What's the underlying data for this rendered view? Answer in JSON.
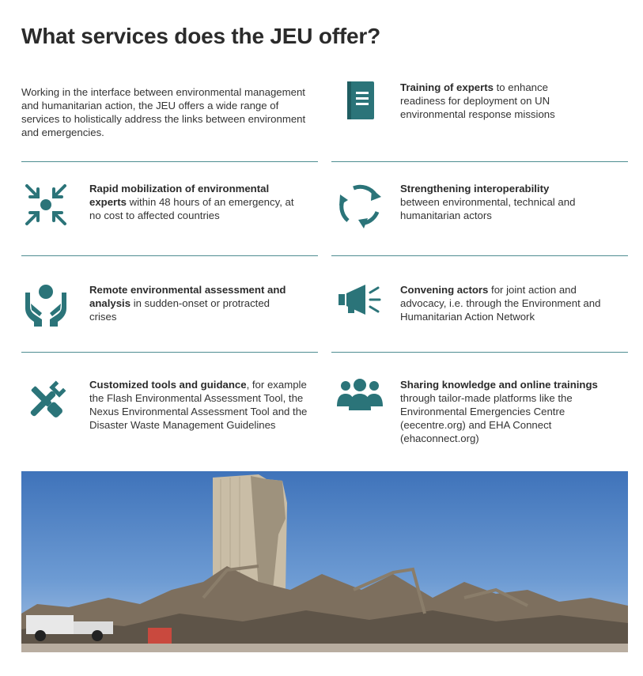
{
  "page": {
    "title": "What services does the JEU offer?",
    "intro": "Working in the interface between environmental management and humanitarian action, the JEU offers a wide range of services to holistically address the links between environment and emergencies."
  },
  "colors": {
    "accent": "#2b7479",
    "divider": "#4e8d91",
    "text": "#333333"
  },
  "services": [
    {
      "icon": "notebook-icon",
      "bold": "Training of experts",
      "rest": " to enhance readiness for deployment on UN environmental response missions"
    },
    {
      "icon": "converging-arrows-icon",
      "bold": "Rapid mobilization of environmental experts",
      "rest": " within 48 hours of an emergency, at no cost to affected countries"
    },
    {
      "icon": "circular-arrows-icon",
      "bold": "Strengthening interoperability",
      "rest": " between environmental, technical and humanitarian actors"
    },
    {
      "icon": "hands-support-icon",
      "bold": "Remote environmental assessment and analysis",
      "rest": " in sudden-onset or protracted crises"
    },
    {
      "icon": "megaphone-icon",
      "bold": "Convening actors",
      "rest": " for joint action and advocacy, i.e. through the Environment and Humanitarian Action Network"
    },
    {
      "icon": "tools-icon",
      "bold": "Customized tools and guidance",
      "rest": ", for example the Flash Environmental Assessment Tool, the Nexus Environmental Assessment Tool and the Disaster Waste Management Guidelines"
    },
    {
      "icon": "people-group-icon",
      "bold": "Sharing knowledge and online trainings",
      "rest": " through tailor-made platforms like the Environmental Emergencies Centre (eecentre.org) and EHA Connect (ehaconnect.org)"
    }
  ]
}
